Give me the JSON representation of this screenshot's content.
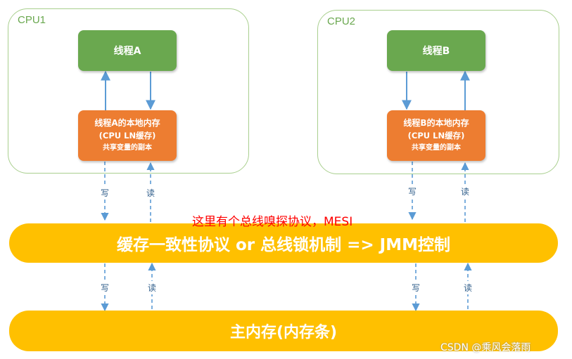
{
  "cpu1": {
    "label": "CPU1",
    "thread_label": "线程A",
    "cache_line1": "线程A的本地内存",
    "cache_line2": "(CPU LN缓存)",
    "cache_line3": "共享变量的副本"
  },
  "cpu2": {
    "label": "CPU2",
    "thread_label": "线程B",
    "cache_line1": "线程B的本地内存",
    "cache_line2": "(CPU LN缓存)",
    "cache_line3": "共享变量的副本"
  },
  "labels": {
    "write": "写",
    "read": "读"
  },
  "annotation": "这里有个总线嗅探协议，MESI",
  "coherence_bar": "缓存一致性协议 or 总线锁机制 => JMM控制",
  "memory_bar": "主内存(内存条)",
  "watermark": "CSDN @乘风会落雨",
  "colors": {
    "thread": "#6aa84f",
    "cache": "#ed7d31",
    "bar": "#ffc000",
    "arrow": "#5b9bd5",
    "annotation": "#ff0000",
    "cpu_border": "#a9cf8e"
  }
}
